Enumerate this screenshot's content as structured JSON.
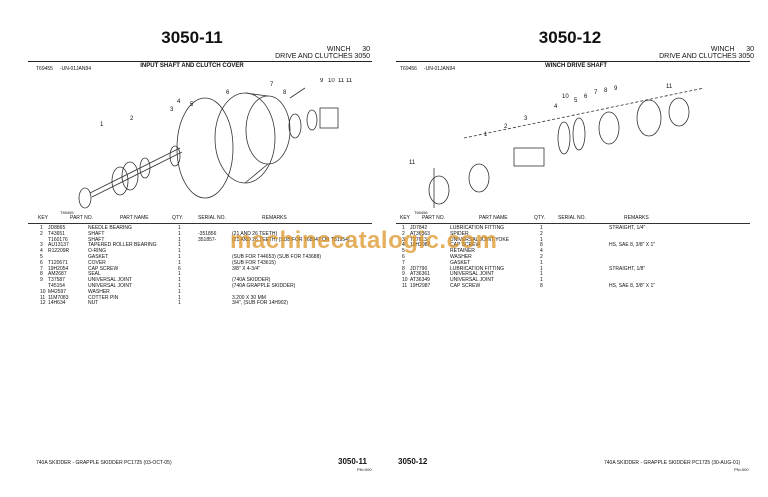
{
  "left": {
    "page_number": "3050-11",
    "section": "WINCH",
    "section_no": "30",
    "subsection": "DRIVE AND CLUTCHES 3050",
    "figure_title": "INPUT SHAFT AND CLUTCH COVER",
    "figure_id": "T69455",
    "figure_date": "-UN-01JAN94",
    "callouts": [
      "1",
      "2",
      "3",
      "4",
      "5",
      "6",
      "7",
      "8",
      "9",
      "10",
      "11",
      "11"
    ],
    "diagram_tag": "T69455",
    "headers": {
      "key": "KEY",
      "part_no": "PART NO.",
      "part_name": "PART NAME",
      "qty": "QTY.",
      "serial": "SERIAL NO.",
      "remarks": "REMARKS"
    },
    "rows": [
      {
        "key": "1",
        "part": "JD8865",
        "name": "NEEDLE BEARING",
        "qty": "1",
        "serial": "",
        "remarks": ""
      },
      {
        "key": "2",
        "part": "T43651",
        "name": "SHAFT",
        "qty": "1",
        "serial": "-351856",
        "remarks": "(21 AND 26 TEETH)"
      },
      {
        "key": "",
        "part": "T160176",
        "name": "SHAFT",
        "qty": "1",
        "serial": "351857-",
        "remarks": "(21 AND 26 TEETH) (SUB FOR T68947 OR T81954)"
      },
      {
        "key": "3",
        "part": "AU13137",
        "name": "TAPERED ROLLER BEARING",
        "qty": "1",
        "serial": "",
        "remarks": ""
      },
      {
        "key": "4",
        "part": "R12209R",
        "name": "O-RING",
        "qty": "1",
        "serial": "",
        "remarks": ""
      },
      {
        "key": "5",
        "part": "",
        "name": "GASKET",
        "qty": "1",
        "serial": "",
        "remarks": "(SUB FOR T44653) (SUB FOR T43688)"
      },
      {
        "key": "6",
        "part": "T120671",
        "name": "COVER",
        "qty": "1",
        "serial": "",
        "remarks": "(SUB FOR T43615)"
      },
      {
        "key": "7",
        "part": "19H2054",
        "name": "CAP SCREW",
        "qty": "6",
        "serial": "",
        "remarks": "3/8\" X 4-3/4\""
      },
      {
        "key": "8",
        "part": "AM2687",
        "name": "SEAL",
        "qty": "1",
        "serial": "",
        "remarks": ""
      },
      {
        "key": "9",
        "part": "T37587",
        "name": "UNIVERSAL JOINT",
        "qty": "1",
        "serial": "",
        "remarks": "(740A SKIDDER)"
      },
      {
        "key": "",
        "part": "T45154",
        "name": "UNIVERSAL JOINT",
        "qty": "1",
        "serial": "",
        "remarks": "(740A GRAPPLE SKIDDER)"
      },
      {
        "key": "10",
        "part": "M42597",
        "name": "WASHER",
        "qty": "1",
        "serial": "",
        "remarks": ""
      },
      {
        "key": "11",
        "part": "11M7083",
        "name": "COTTER PIN",
        "qty": "1",
        "serial": "",
        "remarks": "3.200 X 30 MM"
      },
      {
        "key": "12",
        "part": "14H634",
        "name": "NUT",
        "qty": "1",
        "serial": "",
        "remarks": "3/4\", (SUB FOR 14H902)"
      }
    ],
    "footer_left": "740A SKIDDER - GRAPPLE SKIDDER    PC1725    (03-OCT-05)",
    "footer_num": "3050-11",
    "footer_sub": "PN=000"
  },
  "right": {
    "page_number": "3050-12",
    "section": "WINCH",
    "section_no": "30",
    "subsection": "DRIVE AND CLUTCHES 3050",
    "figure_title": "WINCH DRIVE SHAFT",
    "figure_id": "T69456",
    "figure_date": "-UN-01JAN94",
    "callouts": [
      "1",
      "2",
      "3",
      "4",
      "5",
      "6",
      "7",
      "8",
      "9",
      "10",
      "11",
      "11"
    ],
    "diagram_tag": "T69456",
    "headers": {
      "key": "KEY",
      "part_no": "PART NO.",
      "part_name": "PART NAME",
      "qty": "QTY.",
      "serial": "SERIAL NO.",
      "remarks": "REMARKS"
    },
    "rows": [
      {
        "key": "1",
        "part": "JD7842",
        "name": "LUBRICATION FITTING",
        "qty": "1",
        "serial": "",
        "remarks": "STRAIGHT, 1/4\""
      },
      {
        "key": "2",
        "part": "AT36363",
        "name": "SPIDER",
        "qty": "2",
        "serial": "",
        "remarks": ""
      },
      {
        "key": "3",
        "part": "T27613",
        "name": "UNIVERSAL JOINT YOKE",
        "qty": "1",
        "serial": "",
        "remarks": ""
      },
      {
        "key": "4",
        "part": "19H2987",
        "name": "CAP SCREW",
        "qty": "8",
        "serial": "",
        "remarks": "HS, SAE 8, 3/8\" X 1\""
      },
      {
        "key": "5",
        "part": "",
        "name": "RETAINER",
        "qty": "4",
        "serial": "",
        "remarks": ""
      },
      {
        "key": "6",
        "part": "",
        "name": "WASHER",
        "qty": "2",
        "serial": "",
        "remarks": ""
      },
      {
        "key": "7",
        "part": "",
        "name": "GASKET",
        "qty": "1",
        "serial": "",
        "remarks": ""
      },
      {
        "key": "8",
        "part": "JD7790",
        "name": "LUBRICATION FITTING",
        "qty": "1",
        "serial": "",
        "remarks": "STRAIGHT, 1/8\""
      },
      {
        "key": "9",
        "part": "AT36361",
        "name": "UNIVERSAL JOINT",
        "qty": "1",
        "serial": "",
        "remarks": ""
      },
      {
        "key": "10",
        "part": "AT36349",
        "name": "UNIVERSAL JOINT",
        "qty": "1",
        "serial": "",
        "remarks": ""
      },
      {
        "key": "11",
        "part": "19H2987",
        "name": "CAP SCREW",
        "qty": "8",
        "serial": "",
        "remarks": "HS, SAE 8, 3/8\" X 1\""
      }
    ],
    "footer_left": "3050-12",
    "footer_right": "740A SKIDDER - GRAPPLE SKIDDER    PC1725    (30-AUG-01)",
    "footer_sub": "PN=000"
  },
  "watermark": "machinecatalogic.com"
}
